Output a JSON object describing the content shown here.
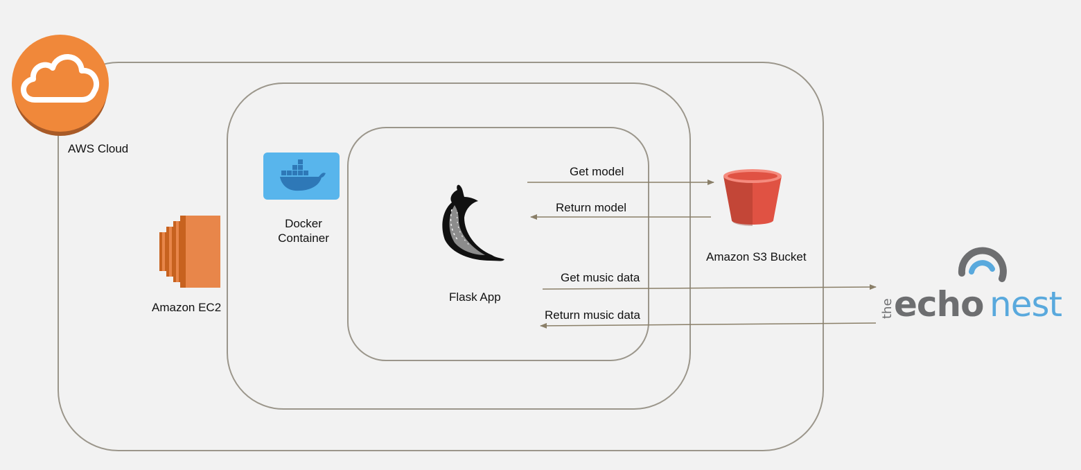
{
  "containers": {
    "aws_cloud": "AWS Cloud",
    "ec2": "Amazon EC2",
    "docker_line1": "Docker",
    "docker_line2": "Container"
  },
  "nodes": {
    "flask": "Flask App",
    "s3": "Amazon S3 Bucket",
    "echonest": "theechonest"
  },
  "flows": [
    {
      "label": "Get model",
      "from": "Flask App",
      "to": "Amazon S3 Bucket"
    },
    {
      "label": "Return model",
      "from": "Amazon S3 Bucket",
      "to": "Flask App"
    },
    {
      "label": "Get music data",
      "from": "Flask App",
      "to": "theechonest"
    },
    {
      "label": "Return music data",
      "from": "theechonest",
      "to": "Flask App"
    }
  ],
  "icons": [
    "aws-cloud-icon",
    "ec2-icon",
    "docker-icon",
    "flask-icon",
    "s3-bucket-icon",
    "echonest-logo"
  ],
  "colors": {
    "box_border": "#9b968b",
    "arrow": "#8a7f68",
    "aws_orange": "#f0883a",
    "ec2_orange": "#e8864a",
    "docker_blue": "#58b5ec",
    "s3_red": "#e05243",
    "echonest_gray": "#6d6e70",
    "echonest_blue": "#59a9dd"
  }
}
